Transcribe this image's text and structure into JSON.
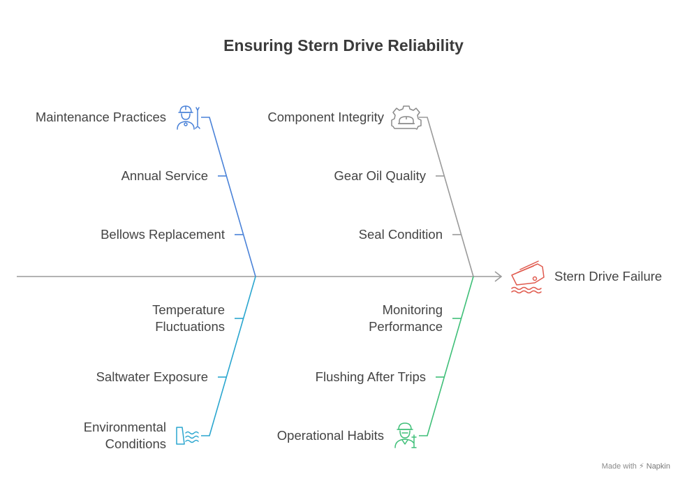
{
  "title": "Ensuring Stern Drive Reliability",
  "effect": {
    "label": "Stern Drive Failure",
    "icon": "boat-sinking-icon",
    "color": "#e05a4e"
  },
  "categories": [
    {
      "label": "Maintenance Practices",
      "icon": "mechanic-icon",
      "color": "#4a82d8",
      "causes": [
        "Annual Service",
        "Bellows Replacement"
      ]
    },
    {
      "label": "Component Integrity",
      "icon": "gear-icon",
      "color": "#9a9a9a",
      "causes": [
        "Gear Oil Quality",
        "Seal Condition"
      ]
    },
    {
      "label": "Environmental Conditions",
      "label_line1": "Environmental",
      "label_line2": "Conditions",
      "icon": "water-dam-icon",
      "color": "#2aa6cf",
      "causes": [
        "Temperature Fluctuations",
        "Saltwater Exposure"
      ],
      "cause_lines": [
        [
          "Temperature",
          "Fluctuations"
        ],
        [
          "Saltwater Exposure"
        ]
      ]
    },
    {
      "label": "Operational Habits",
      "icon": "worker-icon",
      "color": "#3fbf78",
      "causes": [
        "Monitoring Performance",
        "Flushing After Trips"
      ],
      "cause_lines": [
        [
          "Monitoring",
          "Performance"
        ],
        [
          "Flushing After Trips"
        ]
      ]
    }
  ],
  "spine_color": "#9a9a9a",
  "footer": {
    "made_with": "Made with",
    "brand": "Napkin"
  }
}
